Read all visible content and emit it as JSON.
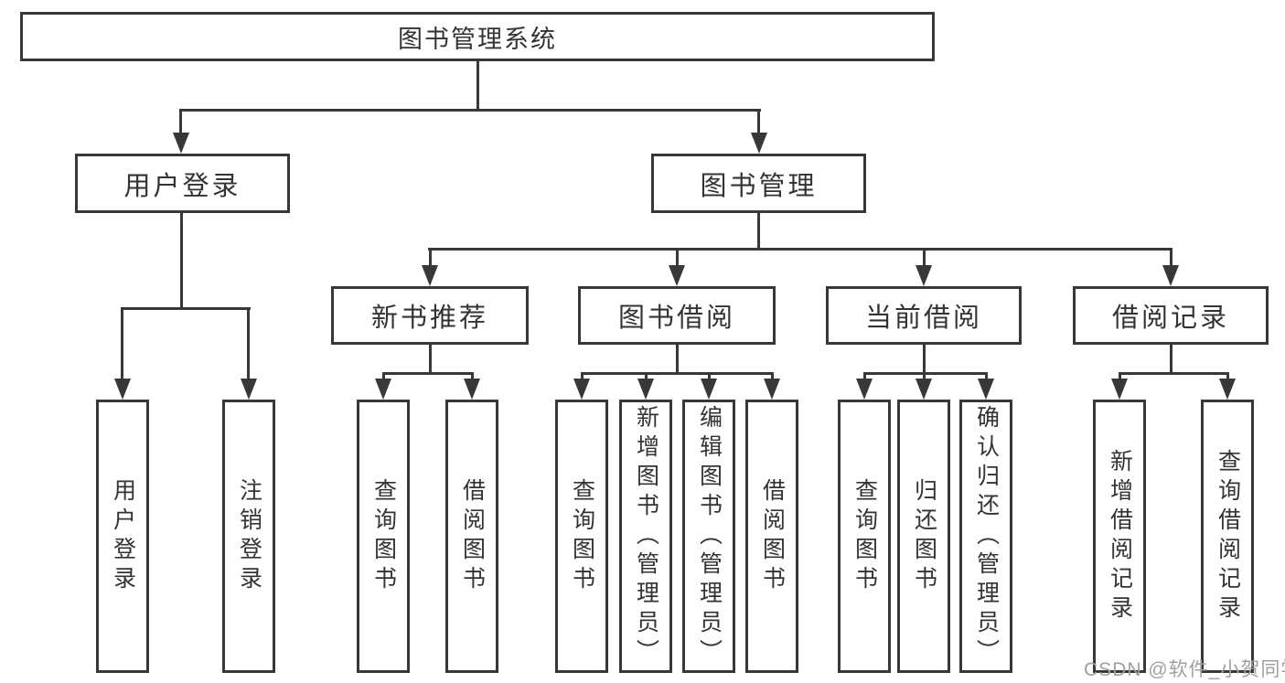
{
  "diagram": {
    "title": "图书管理系统",
    "branches": [
      {
        "label": "用户登录",
        "children": [
          {
            "label": "用户登录"
          },
          {
            "label": "注销登录"
          }
        ]
      },
      {
        "label": "图书管理",
        "sections": [
          {
            "label": "新书推荐",
            "children": [
              {
                "label": "查询图书"
              },
              {
                "label": "借阅图书"
              }
            ]
          },
          {
            "label": "图书借阅",
            "children": [
              {
                "label": "查询图书"
              },
              {
                "label": "新增图书（管理员）"
              },
              {
                "label": "编辑图书（管理员）"
              },
              {
                "label": "借阅图书"
              }
            ]
          },
          {
            "label": "当前借阅",
            "children": [
              {
                "label": "查询图书"
              },
              {
                "label": "归还图书"
              },
              {
                "label": "确认归还（管理员）"
              }
            ]
          },
          {
            "label": "借阅记录",
            "children": [
              {
                "label": "新增借阅记录"
              },
              {
                "label": "查询借阅记录"
              }
            ]
          }
        ]
      }
    ]
  },
  "watermark": {
    "text": "CSDN @软件_小贺同学"
  },
  "colors": {
    "line": "#383838",
    "text": "#333333",
    "watermark": "#a0a0a0",
    "background": "#ffffff"
  }
}
